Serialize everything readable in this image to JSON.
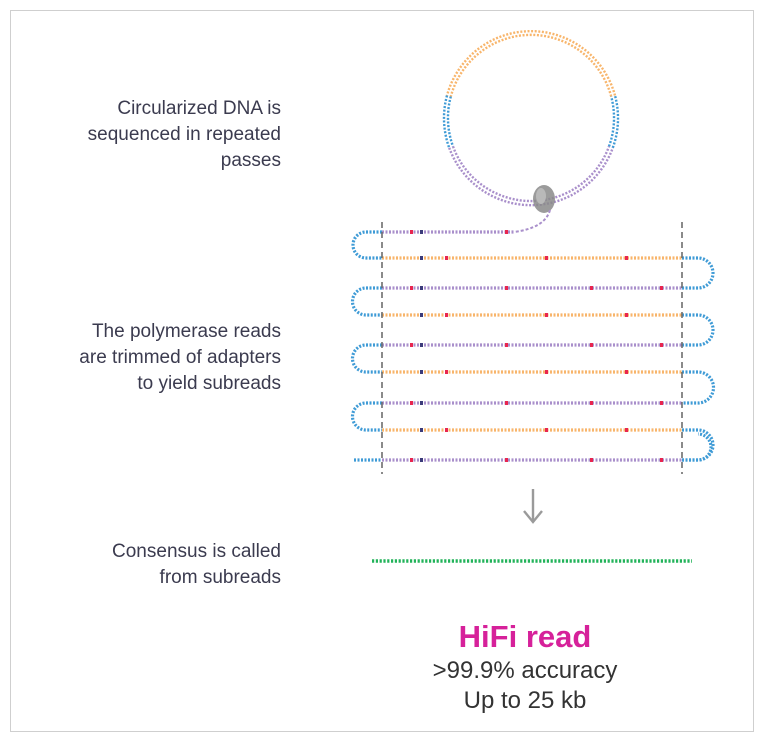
{
  "labels": {
    "circularized": [
      "Circularized DNA is",
      "sequenced in repeated",
      "passes"
    ],
    "polymerase": [
      "The polymerase reads",
      "are trimmed of adapters",
      "to yield subreads"
    ],
    "consensus": [
      "Consensus is called",
      "from subreads"
    ]
  },
  "result": {
    "title": "HiFi read",
    "accuracy": ">99.9% accuracy",
    "length": "Up to 25 kb"
  },
  "colors": {
    "insert_orange": "#f8b56b",
    "adapter_blue": "#3f9bd6",
    "read_purple": "#a98fcb",
    "mismatch_red": "#e8254f",
    "consensus_green": "#22b35a",
    "polymerase_gray": "#8a8a8a",
    "hifi_magenta": "#d6219a"
  },
  "icons": {
    "arrow": "down-arrow-icon",
    "polymerase": "polymerase-icon"
  }
}
